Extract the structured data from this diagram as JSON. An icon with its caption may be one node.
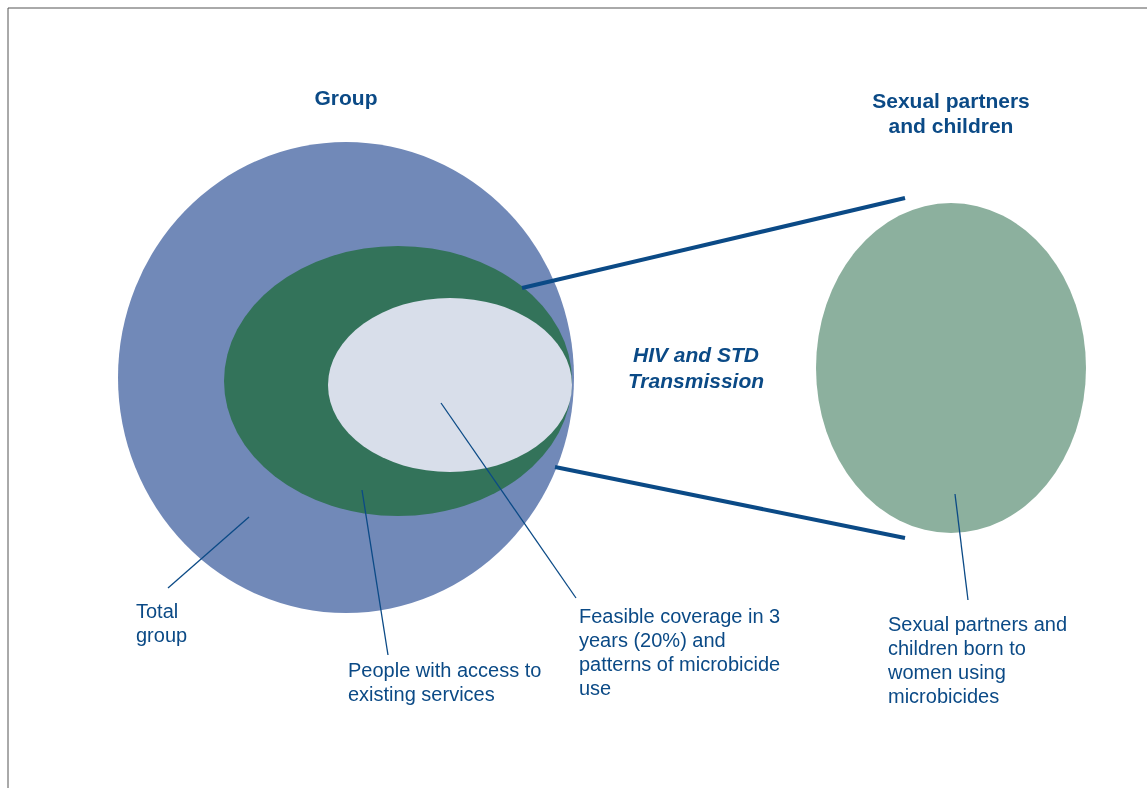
{
  "diagram": {
    "nodes": [
      {
        "text": [
          "Group"
        ]
      },
      {
        "text": [],
        "shape": "ellipse",
        "in": 0
      },
      {
        "text": [],
        "shape": "ellipse",
        "in": 1
      },
      {
        "text": [
          "Sexual partners and children"
        ]
      },
      {
        "text": [
          "Total group"
        ]
      },
      {
        "text": [
          "People with access to existing services"
        ]
      },
      {
        "text": [
          "Feasible coverage in 3 years (20%) and patterns of microbicide use"
        ]
      },
      {
        "text": [
          "Sexual partners and children born to women using microbicides"
        ]
      }
    ],
    "edges": [
      {
        "from": 1,
        "to": 3,
        "arrow": "none",
        "style": "thick"
      },
      {
        "from": 1,
        "to": 3,
        "arrow": "none",
        "style": "thick"
      },
      {
        "from": 4,
        "to": 0,
        "arrow": "none"
      },
      {
        "from": 5,
        "to": 1,
        "arrow": "none"
      },
      {
        "from": 6,
        "to": 2,
        "arrow": "none"
      },
      {
        "from": 7,
        "to": 3,
        "arrow": "none"
      }
    ],
    "labels": [
      "HIV and STD Transmission"
    ]
  }
}
